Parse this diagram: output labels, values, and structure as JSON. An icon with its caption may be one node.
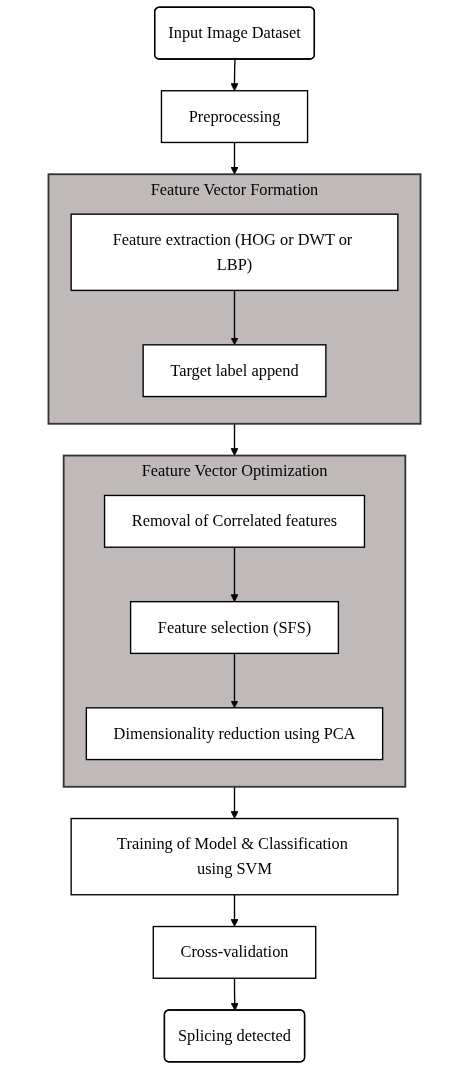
{
  "diagram": {
    "nodes": [
      {
        "text": [
          "Input Image Dataset"
        ]
      },
      {
        "text": [
          "Preprocessing"
        ]
      },
      {
        "text": [
          "Feature Vector Formation"
        ]
      },
      {
        "text": [
          "Feature extraction (HOG or DWT or LBP)"
        ],
        "in": 2
      },
      {
        "text": [
          "Target label append"
        ],
        "in": 2
      },
      {
        "text": [
          "Feature Vector Optimization"
        ]
      },
      {
        "text": [
          "Removal of Correlated features"
        ],
        "in": 5
      },
      {
        "text": [
          "Feature selection (SFS)"
        ],
        "in": 5
      },
      {
        "text": [
          "Dimensionality reduction using PCA"
        ],
        "in": 5
      },
      {
        "text": [
          "Training of Model & Classification using SVM"
        ]
      },
      {
        "text": [
          "Cross-validation"
        ]
      },
      {
        "text": [
          "Splicing detected"
        ]
      }
    ],
    "edges": [
      {
        "from": 0,
        "to": 1,
        "arrow": "to"
      },
      {
        "from": 1,
        "to": 2,
        "arrow": "to"
      },
      {
        "from": 3,
        "to": 4,
        "arrow": "to"
      },
      {
        "from": 2,
        "to": 5,
        "arrow": "to"
      },
      {
        "from": 6,
        "to": 7,
        "arrow": "to"
      },
      {
        "from": 7,
        "to": 8,
        "arrow": "to"
      },
      {
        "from": 5,
        "to": 9,
        "arrow": "to"
      },
      {
        "from": 9,
        "to": 10,
        "arrow": "to"
      },
      {
        "from": 10,
        "to": 11,
        "arrow": "to"
      }
    ]
  }
}
